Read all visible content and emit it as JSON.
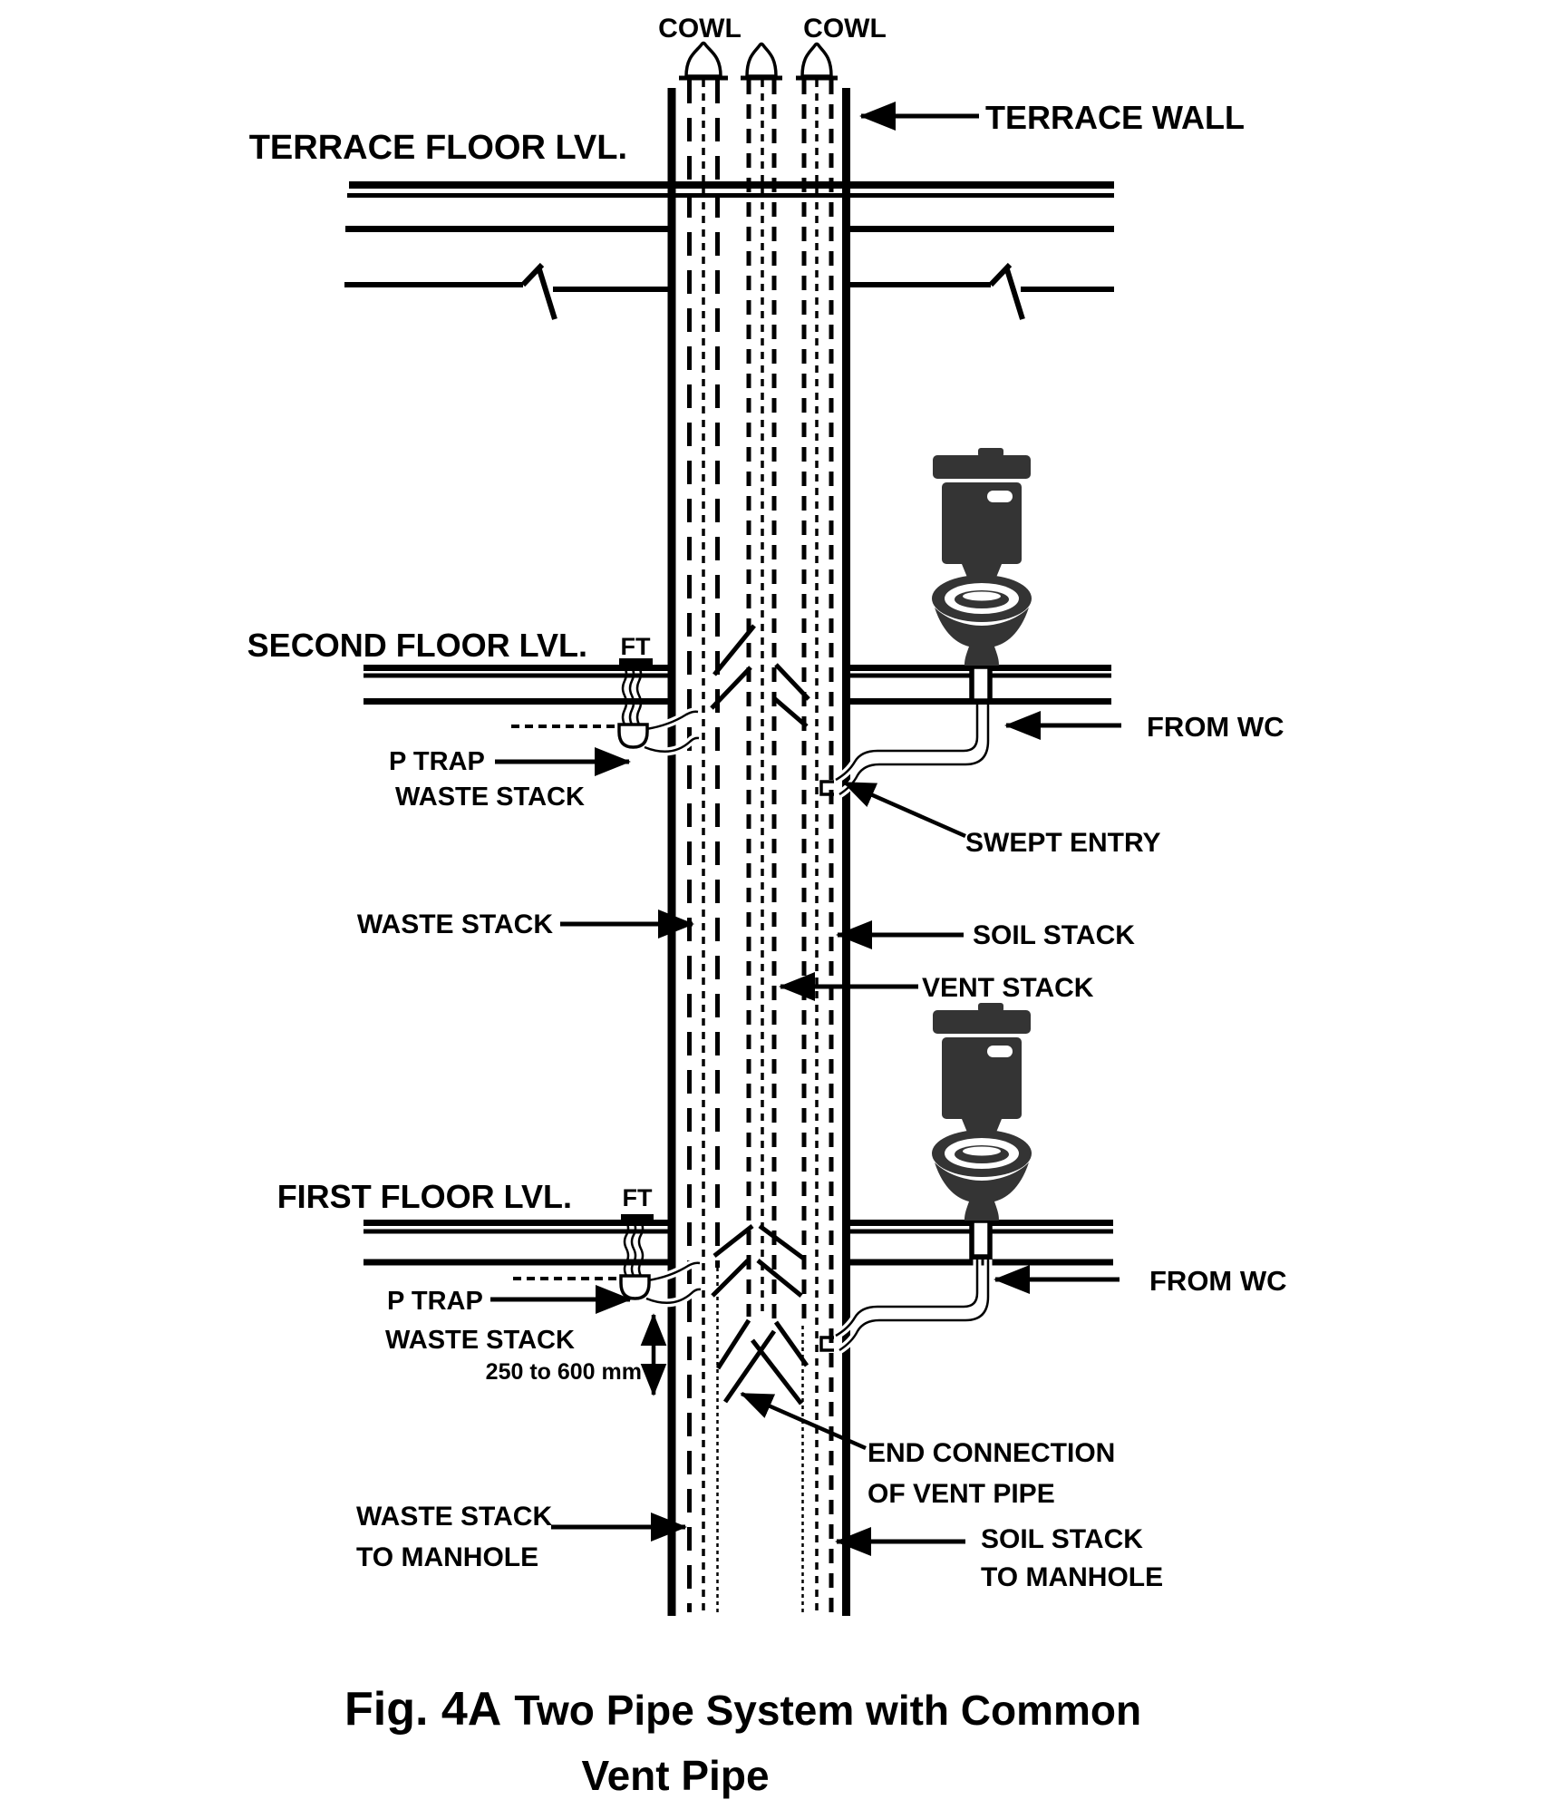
{
  "labels": {
    "cowl_left": "COWL",
    "cowl_right": "COWL",
    "terrace_wall": "TERRACE WALL",
    "terrace_floor_lvl": "TERRACE FLOOR LVL.",
    "second_floor_lvl": "SECOND FLOOR LVL.",
    "first_floor_lvl": "FIRST FLOOR LVL.",
    "ft_second": "FT",
    "ft_first": "FT",
    "p_trap_second": "P TRAP",
    "p_trap_waste_stack_second": "WASTE STACK",
    "p_trap_first": "P TRAP",
    "p_trap_waste_stack_first": "WASTE STACK",
    "from_wc_second": "FROM WC",
    "from_wc_first": "FROM WC",
    "swept_entry": "SWEPT ENTRY",
    "waste_stack": "WASTE STACK",
    "soil_stack": "SOIL STACK",
    "vent_stack": "VENT STACK",
    "trap_distance": "250 to 600 mm",
    "end_connection_1": "END CONNECTION",
    "end_connection_2": "OF VENT PIPE",
    "waste_to_manhole_1": "WASTE STACK",
    "waste_to_manhole_2": "TO MANHOLE",
    "soil_to_manhole_1": "SOIL STACK",
    "soil_to_manhole_2": "TO MANHOLE"
  },
  "caption": {
    "fig": "Fig. 4A",
    "line1": "Two Pipe System with Common",
    "line2": "Vent Pipe"
  },
  "colors": {
    "ink": "#000000",
    "paper": "#ffffff",
    "toilet_fill": "#343434"
  }
}
